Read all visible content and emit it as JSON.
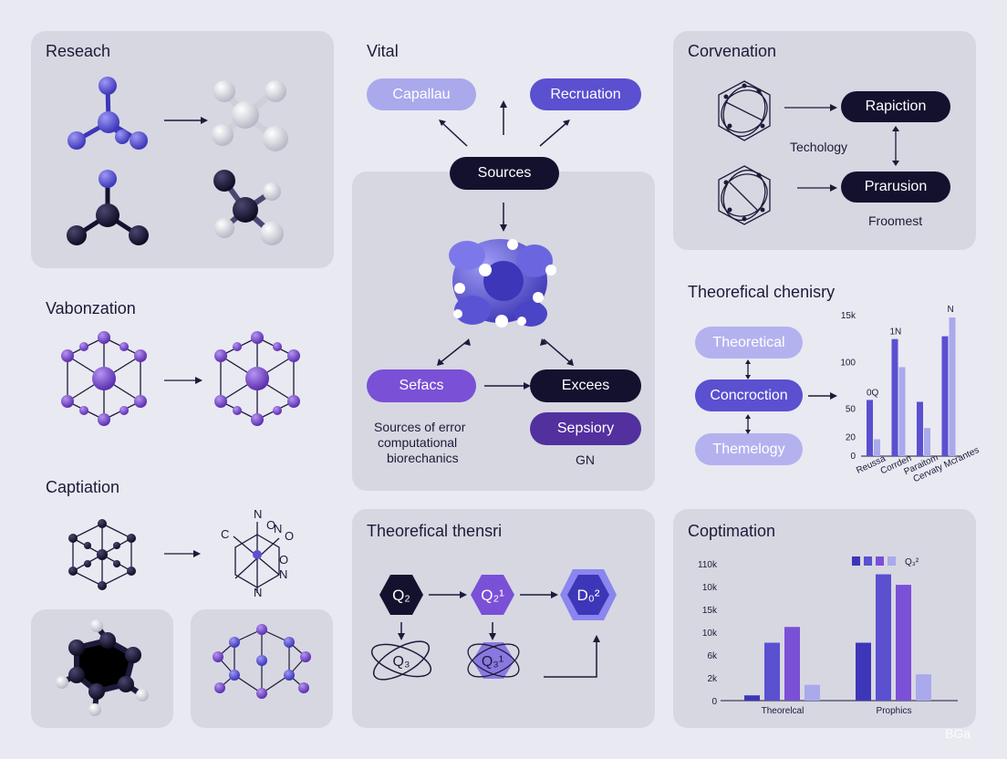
{
  "sections": {
    "research": "Reseach",
    "vital": "Vital",
    "corvenation": "Corvenation",
    "vabonzation": "Vabonzation",
    "theoretical_chemistry": "Theorefical chenisry",
    "captiation": "Captiation",
    "theoretical_thensri": "Theorefical thensri",
    "coptimation": "Coptimation"
  },
  "vital": {
    "capallau": "Capallau",
    "recruation": "Recruation",
    "sources": "Sources",
    "sefacs": "Sefacs",
    "excees": "Excees",
    "sepsiory": "Sepsiory",
    "caption_lines": [
      "Sources of error",
      "computational",
      "biorechanics"
    ],
    "gn": "GN"
  },
  "corvenation": {
    "rapiction": "Rapiction",
    "technology": "Techology",
    "prarusion": "Prarusion",
    "froomest": "Froomest"
  },
  "theory": {
    "theoretical": "Theoretical",
    "concroction": "Concroction",
    "themelogy": "Themelogy"
  },
  "captiation": {
    "atom_labels": [
      "C",
      "N",
      "O",
      "O",
      "N",
      "O",
      "N",
      "N"
    ]
  },
  "hexflow": {
    "q2": "Q₂",
    "q21": "Q₂¹",
    "d02": "D₀²",
    "q3": "Q₃",
    "q31": "Q₃¹"
  },
  "chart_data": [
    {
      "type": "bar",
      "title": "",
      "categories": [
        "Reussa",
        "Corrden",
        "Paraitom",
        "Cervaty Mcrantes"
      ],
      "series": [
        {
          "values": [
            60,
            125,
            58,
            128
          ],
          "color": "#5a50d0"
        },
        {
          "values": [
            18,
            95,
            30,
            148
          ],
          "color": "#a9a9ec"
        }
      ],
      "ylim": [
        0,
        150
      ],
      "yticks": [
        "0",
        "20",
        "50",
        "100",
        "15k"
      ],
      "annotations": [
        "0Q",
        "1N",
        "N"
      ]
    },
    {
      "type": "bar",
      "title": "",
      "categories": [
        "Theorelcal",
        "Prophics"
      ],
      "series": [
        {
          "values": [
            0.5,
            5.5
          ],
          "color": "#3d36b8"
        },
        {
          "values": [
            5.5,
            12
          ],
          "color": "#5a50d0"
        },
        {
          "values": [
            7,
            11
          ],
          "color": "#7a50d6"
        },
        {
          "values": [
            1.5,
            2.5
          ],
          "color": "#a9a9ec"
        }
      ],
      "ylim": [
        0,
        13
      ],
      "yticks": [
        "0",
        "2k",
        "6k",
        "10k",
        "15k",
        "10k",
        "110k"
      ],
      "legend": "Q₃²"
    }
  ],
  "watermark": "BGa"
}
